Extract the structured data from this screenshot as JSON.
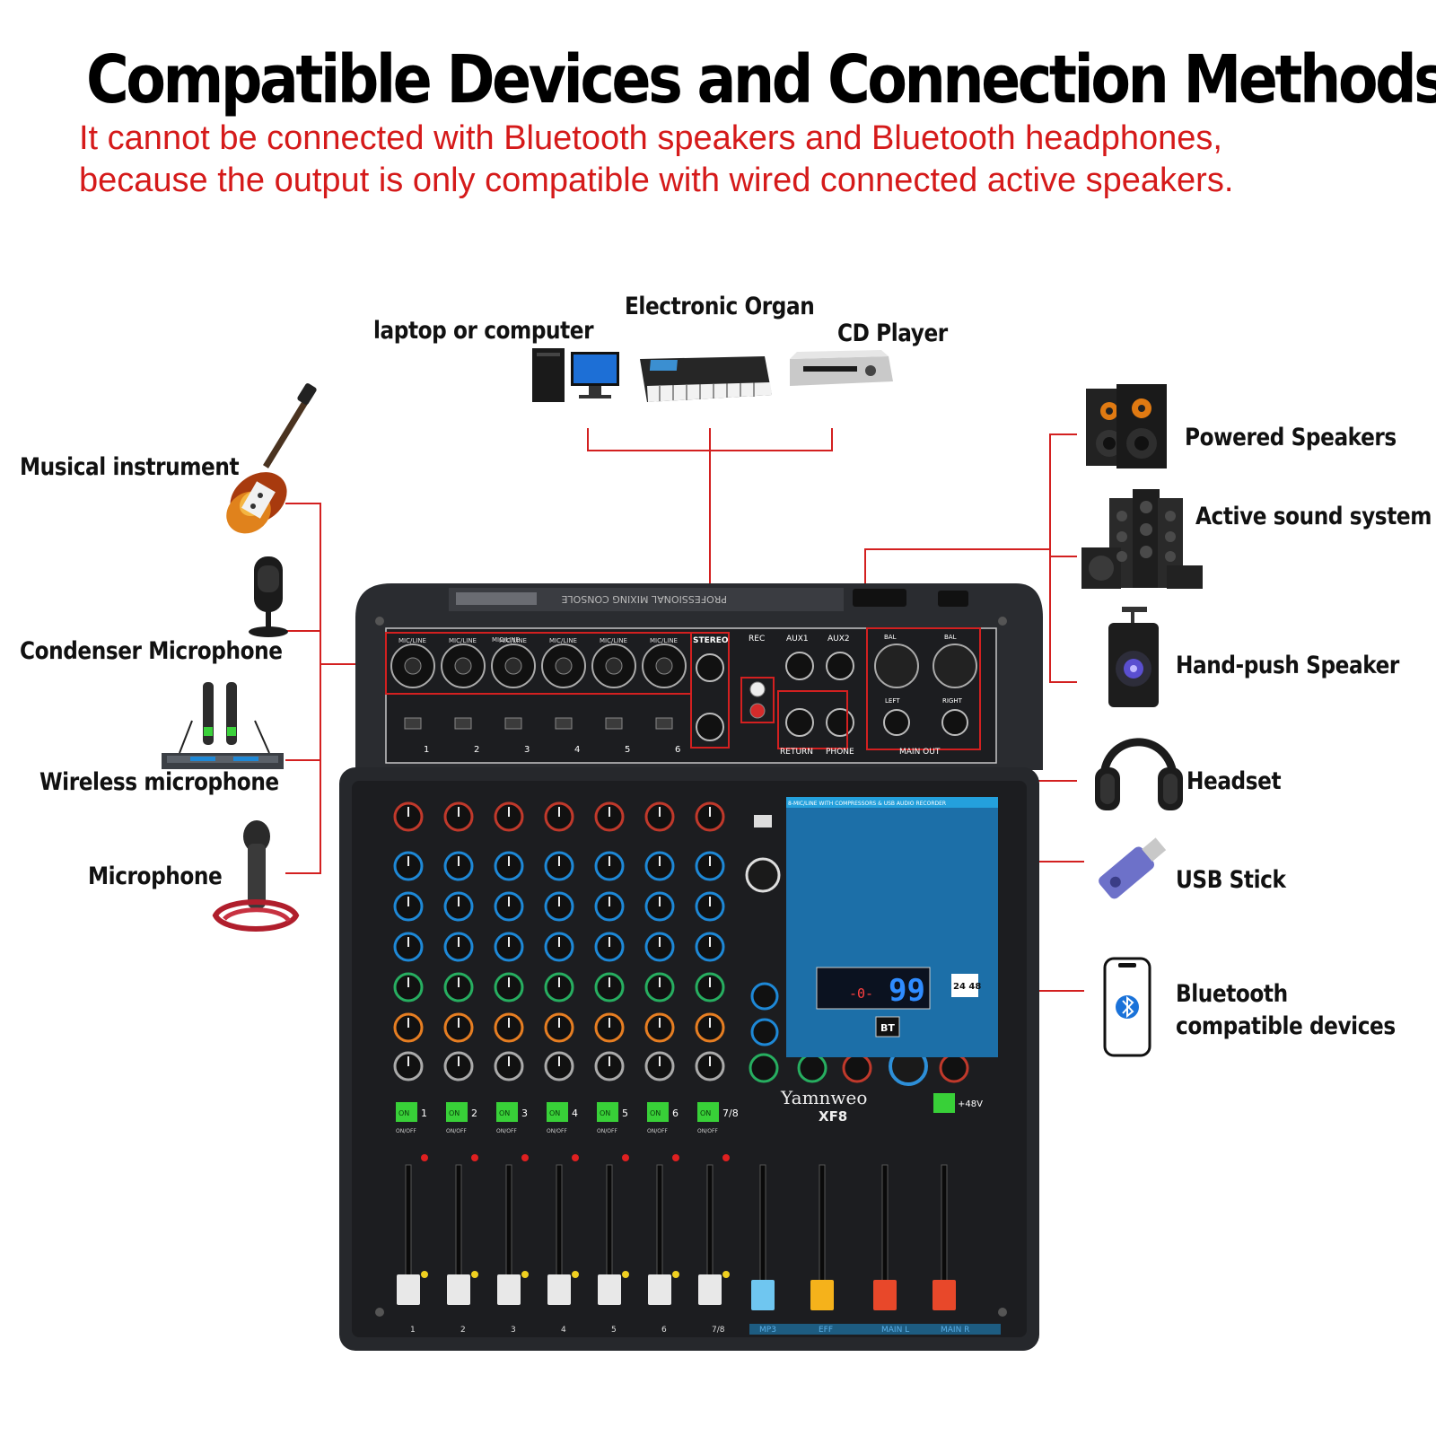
{
  "header": {
    "title": "Compatible Devices and Connection Methods",
    "subtitle_line1": "It cannot be connected with Bluetooth speakers and Bluetooth headphones,",
    "subtitle_line2": "because the output is only compatible with wired connected active speakers."
  },
  "inputs_left": {
    "musical_instrument": "Musical instrument",
    "condenser_microphone": "Condenser Microphone",
    "wireless_microphone": "Wireless microphone",
    "microphone": "Microphone"
  },
  "inputs_top": {
    "laptop": "laptop or computer",
    "organ": "Electronic Organ",
    "cd_player": "CD Player"
  },
  "outputs_right": {
    "powered_speakers": "Powered Speakers",
    "active_sound_system": "Active sound system",
    "hand_push_speaker": "Hand-push Speaker",
    "headset": "Headset",
    "usb_stick": "USB Stick",
    "bluetooth_line1": "Bluetooth",
    "bluetooth_line2": "compatible devices"
  },
  "mixer": {
    "brand": "Yamnweo",
    "model": "XF8",
    "top_legend": "PROFESSIONAL MIXING CONSOLE",
    "display_value": "99",
    "display_small": "-0-",
    "jack_labels": {
      "mic_line": "MIC/LINE",
      "stereo": "STEREO",
      "rec": "REC",
      "aux1": "AUX1",
      "aux2": "AUX2",
      "bal": "BAL",
      "return": "RETURN",
      "phone": "PHONE",
      "main_out": "MAIN OUT",
      "left": "LEFT",
      "right": "RIGHT"
    },
    "channel_numbers": [
      "1",
      "2",
      "3",
      "4",
      "5",
      "6",
      "7/8"
    ],
    "on_label": "ON",
    "on_off": "ON/OFF",
    "bt": "BT",
    "phantom": "+48V",
    "fx_header": "8-MIC/LINE WITH COMPRESSORS & USB AUDIO RECORDER",
    "badge": "24 48",
    "fader_labels": [
      "1",
      "2",
      "3",
      "4",
      "5",
      "6",
      "7/8",
      "MP3",
      "EFF",
      "MAIN L",
      "MAIN R"
    ]
  },
  "colors": {
    "connector_line": "#d32020",
    "subtitle": "#d51a1a",
    "mixer_body": "#2b2d31",
    "panel_blue": "#1f8fd1"
  }
}
